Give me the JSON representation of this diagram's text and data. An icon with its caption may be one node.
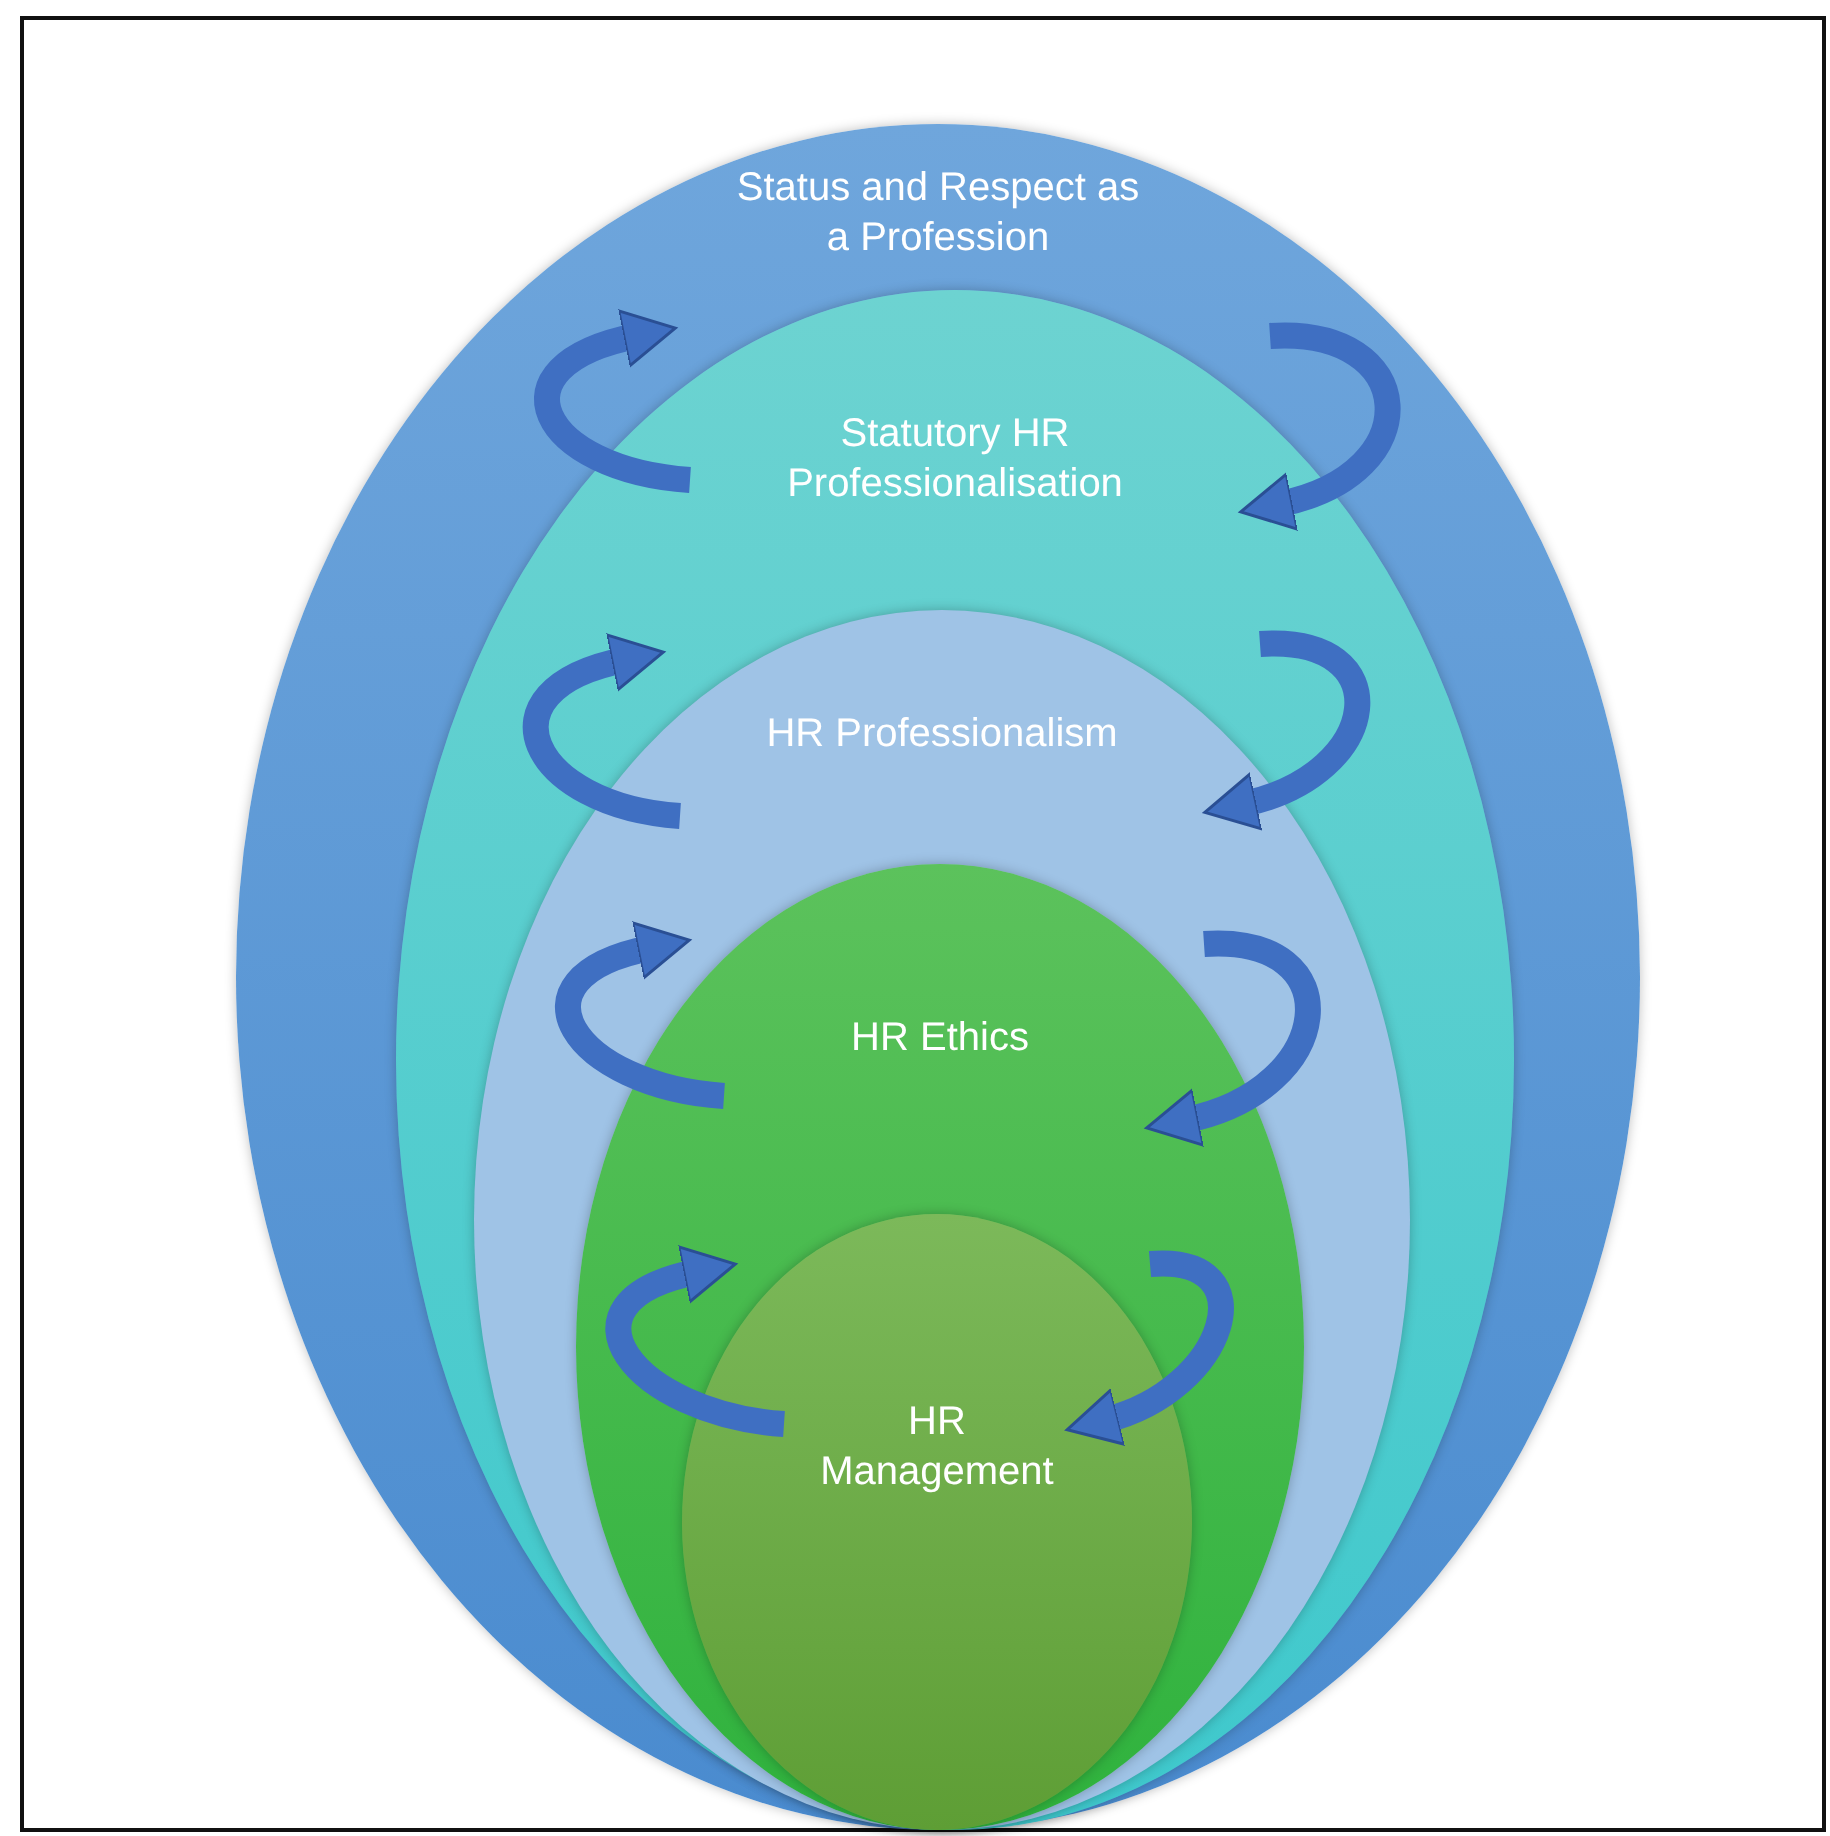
{
  "diagram": {
    "nodes": [
      {
        "text": [
          "Status and Respect as a Profession"
        ]
      },
      {
        "text": [
          "Statutory HR Professionalisation"
        ],
        "in": 0
      },
      {
        "text": [
          "HR Professionalism"
        ],
        "in": 1
      },
      {
        "text": [
          "HR Ethics"
        ],
        "in": 2
      },
      {
        "text": [
          "HR Management"
        ],
        "in": 3
      }
    ]
  }
}
